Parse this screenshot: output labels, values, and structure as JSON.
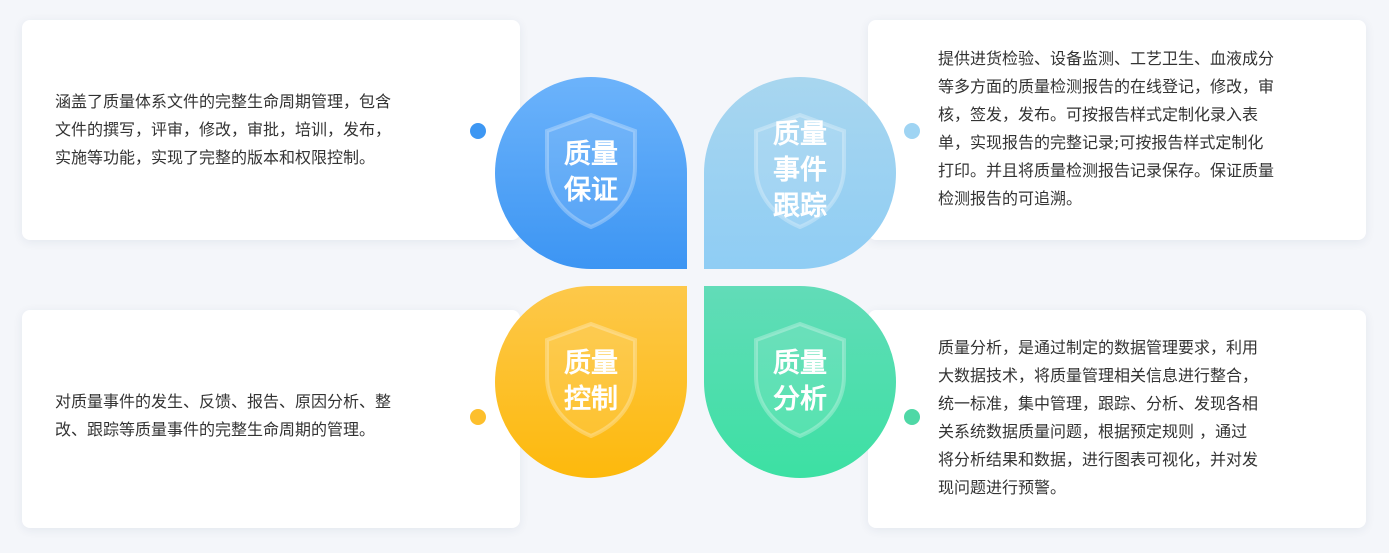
{
  "quadrants": {
    "top_left": {
      "title": "质量\n保证",
      "description": "涵盖了质量体系文件的完整生命周期管理，包含\n文件的撰写，评审，修改，审批，培训，发布，\n实施等功能，实现了完整的版本和权限控制。",
      "color": "#3d97f3"
    },
    "top_right": {
      "title": "质量\n事件\n跟踪",
      "description": "提供进货检验、设备监测、工艺卫生、血液成分\n等多方面的质量检测报告的在线登记，修改，审\n核，签发，发布。可按报告样式定制化录入表\n单，实现报告的完整记录;可按报告样式定制化\n打印。并且将质量检测报告记录保存。保证质量\n检测报告的可追溯。",
      "color": "#9fd4f3"
    },
    "bottom_left": {
      "title": "质量\n控制",
      "description": "对质量事件的发生、反馈、报告、原因分析、整\n改、跟踪等质量事件的完整生命周期的管理。",
      "color": "#fdbf2c"
    },
    "bottom_right": {
      "title": "质量\n分析",
      "description": "质量分析，是通过制定的数据管理要求，利用\n大数据技术，将质量管理相关信息进行整合，\n统一标准，集中管理，跟踪、分析、发现各相\n关系统数据质量问题，根据预定规则 ，通过\n将分析结果和数据，进行图表可视化，并对发\n现问题进行预警。",
      "color": "#4fd8a6"
    }
  },
  "icons": {
    "petal_background": "shield-icon",
    "connector": "dot-icon"
  }
}
